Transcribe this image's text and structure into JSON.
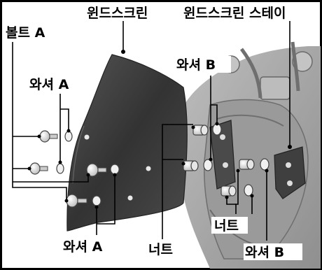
{
  "figure": {
    "labels": {
      "windscreen": "윈드스크린",
      "windscreen_stay": "윈드스크린 스테이",
      "bolt_a": "볼트 A",
      "washer_a_top": "와셔 A",
      "washer_b_top": "와셔 B",
      "washer_a_bottom": "와셔 A",
      "nut_bottom": "너트",
      "nut_right": "너트",
      "washer_b_bottom": "와셔 B"
    },
    "colors": {
      "frame": "#000000",
      "screen_body": "#3b3b3b",
      "bike_background": "#a9a9a9",
      "hardware": "#f0f0f0"
    }
  }
}
